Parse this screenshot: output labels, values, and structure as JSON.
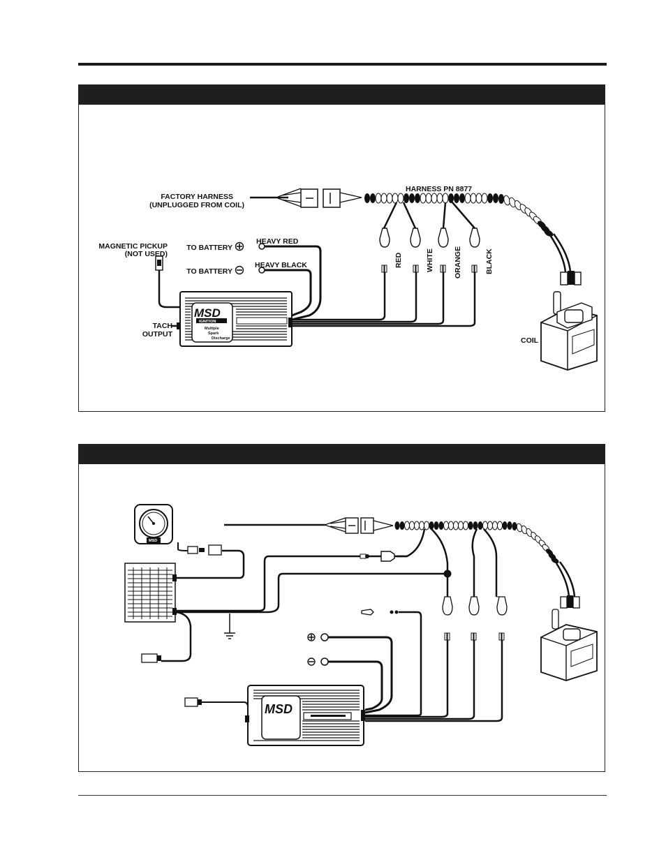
{
  "diagram1": {
    "factory_harness": [
      "FACTORY HARNESS",
      "(UNPLUGGED FROM COIL)"
    ],
    "harness_pn": "HARNESS PN 8877",
    "magnetic_pickup": [
      "MAGNETIC PICKUP",
      "(NOT USED)"
    ],
    "to_battery_pos": "TO BATTERY",
    "to_battery_neg": "TO BATTERY",
    "heavy_red": "HEAVY RED",
    "heavy_black": "HEAVY BLACK",
    "tach_output": [
      "TACH",
      "OUTPUT"
    ],
    "coil": "COIL",
    "wire_colors": [
      "RED",
      "WHITE",
      "ORANGE",
      "BLACK"
    ],
    "msd_logo": "MSD",
    "msd_sub": "IGNITION",
    "box_text": [
      "Multiple",
      "Spark",
      "Discharge"
    ]
  },
  "diagram2": {
    "msd_logo": "MSD",
    "gauge_logo": "MSD"
  }
}
